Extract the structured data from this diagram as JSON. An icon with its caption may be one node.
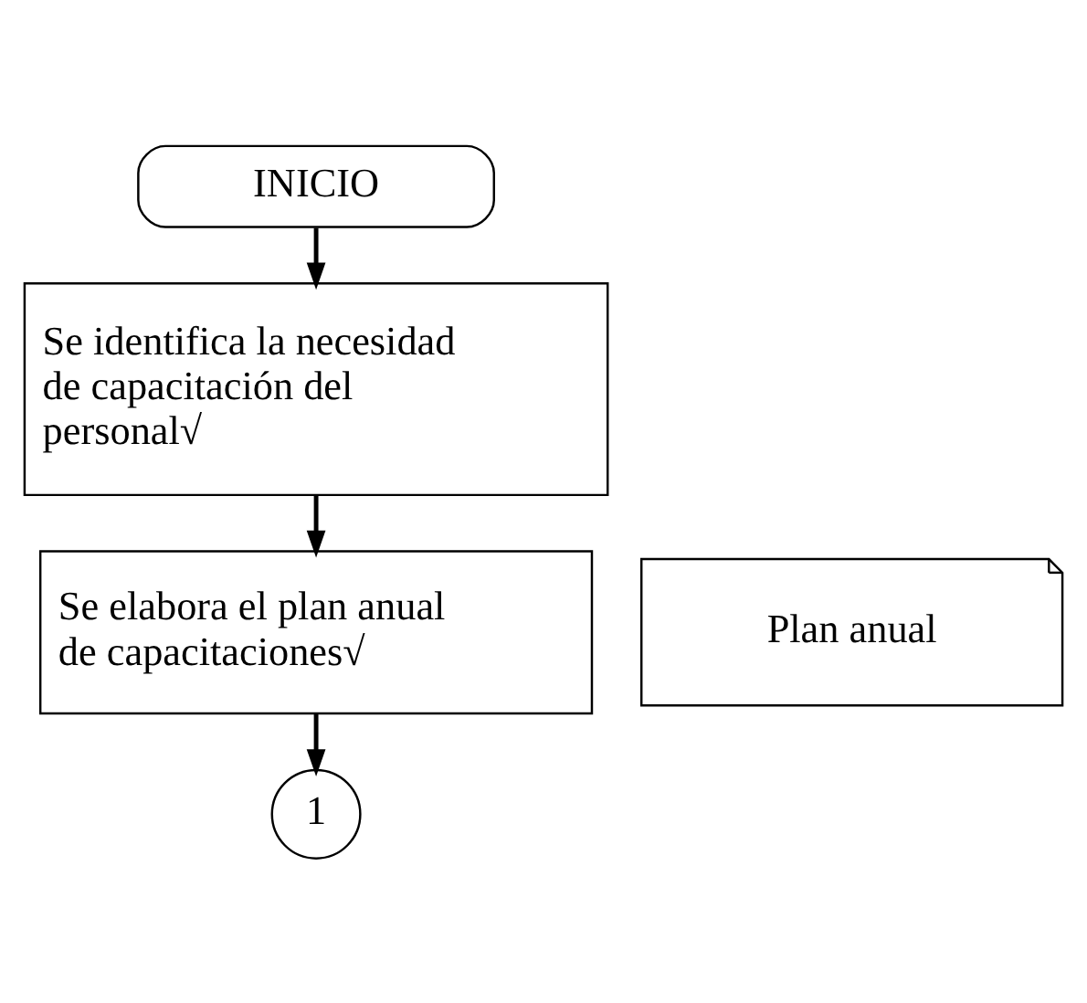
{
  "diagram": {
    "nodes": [
      {
        "text": [
          "INICIO"
        ]
      },
      {
        "text": [
          "Se identifica la necesidad de capacitación del personal√"
        ]
      },
      {
        "text": [
          "Se elabora el plan anual de capacitaciones√"
        ]
      },
      {
        "text": [
          "Plan anual"
        ]
      },
      {
        "text": [
          "1"
        ]
      }
    ],
    "edges": [
      {
        "from": 0,
        "to": 1,
        "arrow": "to"
      },
      {
        "from": 1,
        "to": 2,
        "arrow": "to"
      },
      {
        "from": 2,
        "to": 4,
        "arrow": "to"
      }
    ]
  }
}
